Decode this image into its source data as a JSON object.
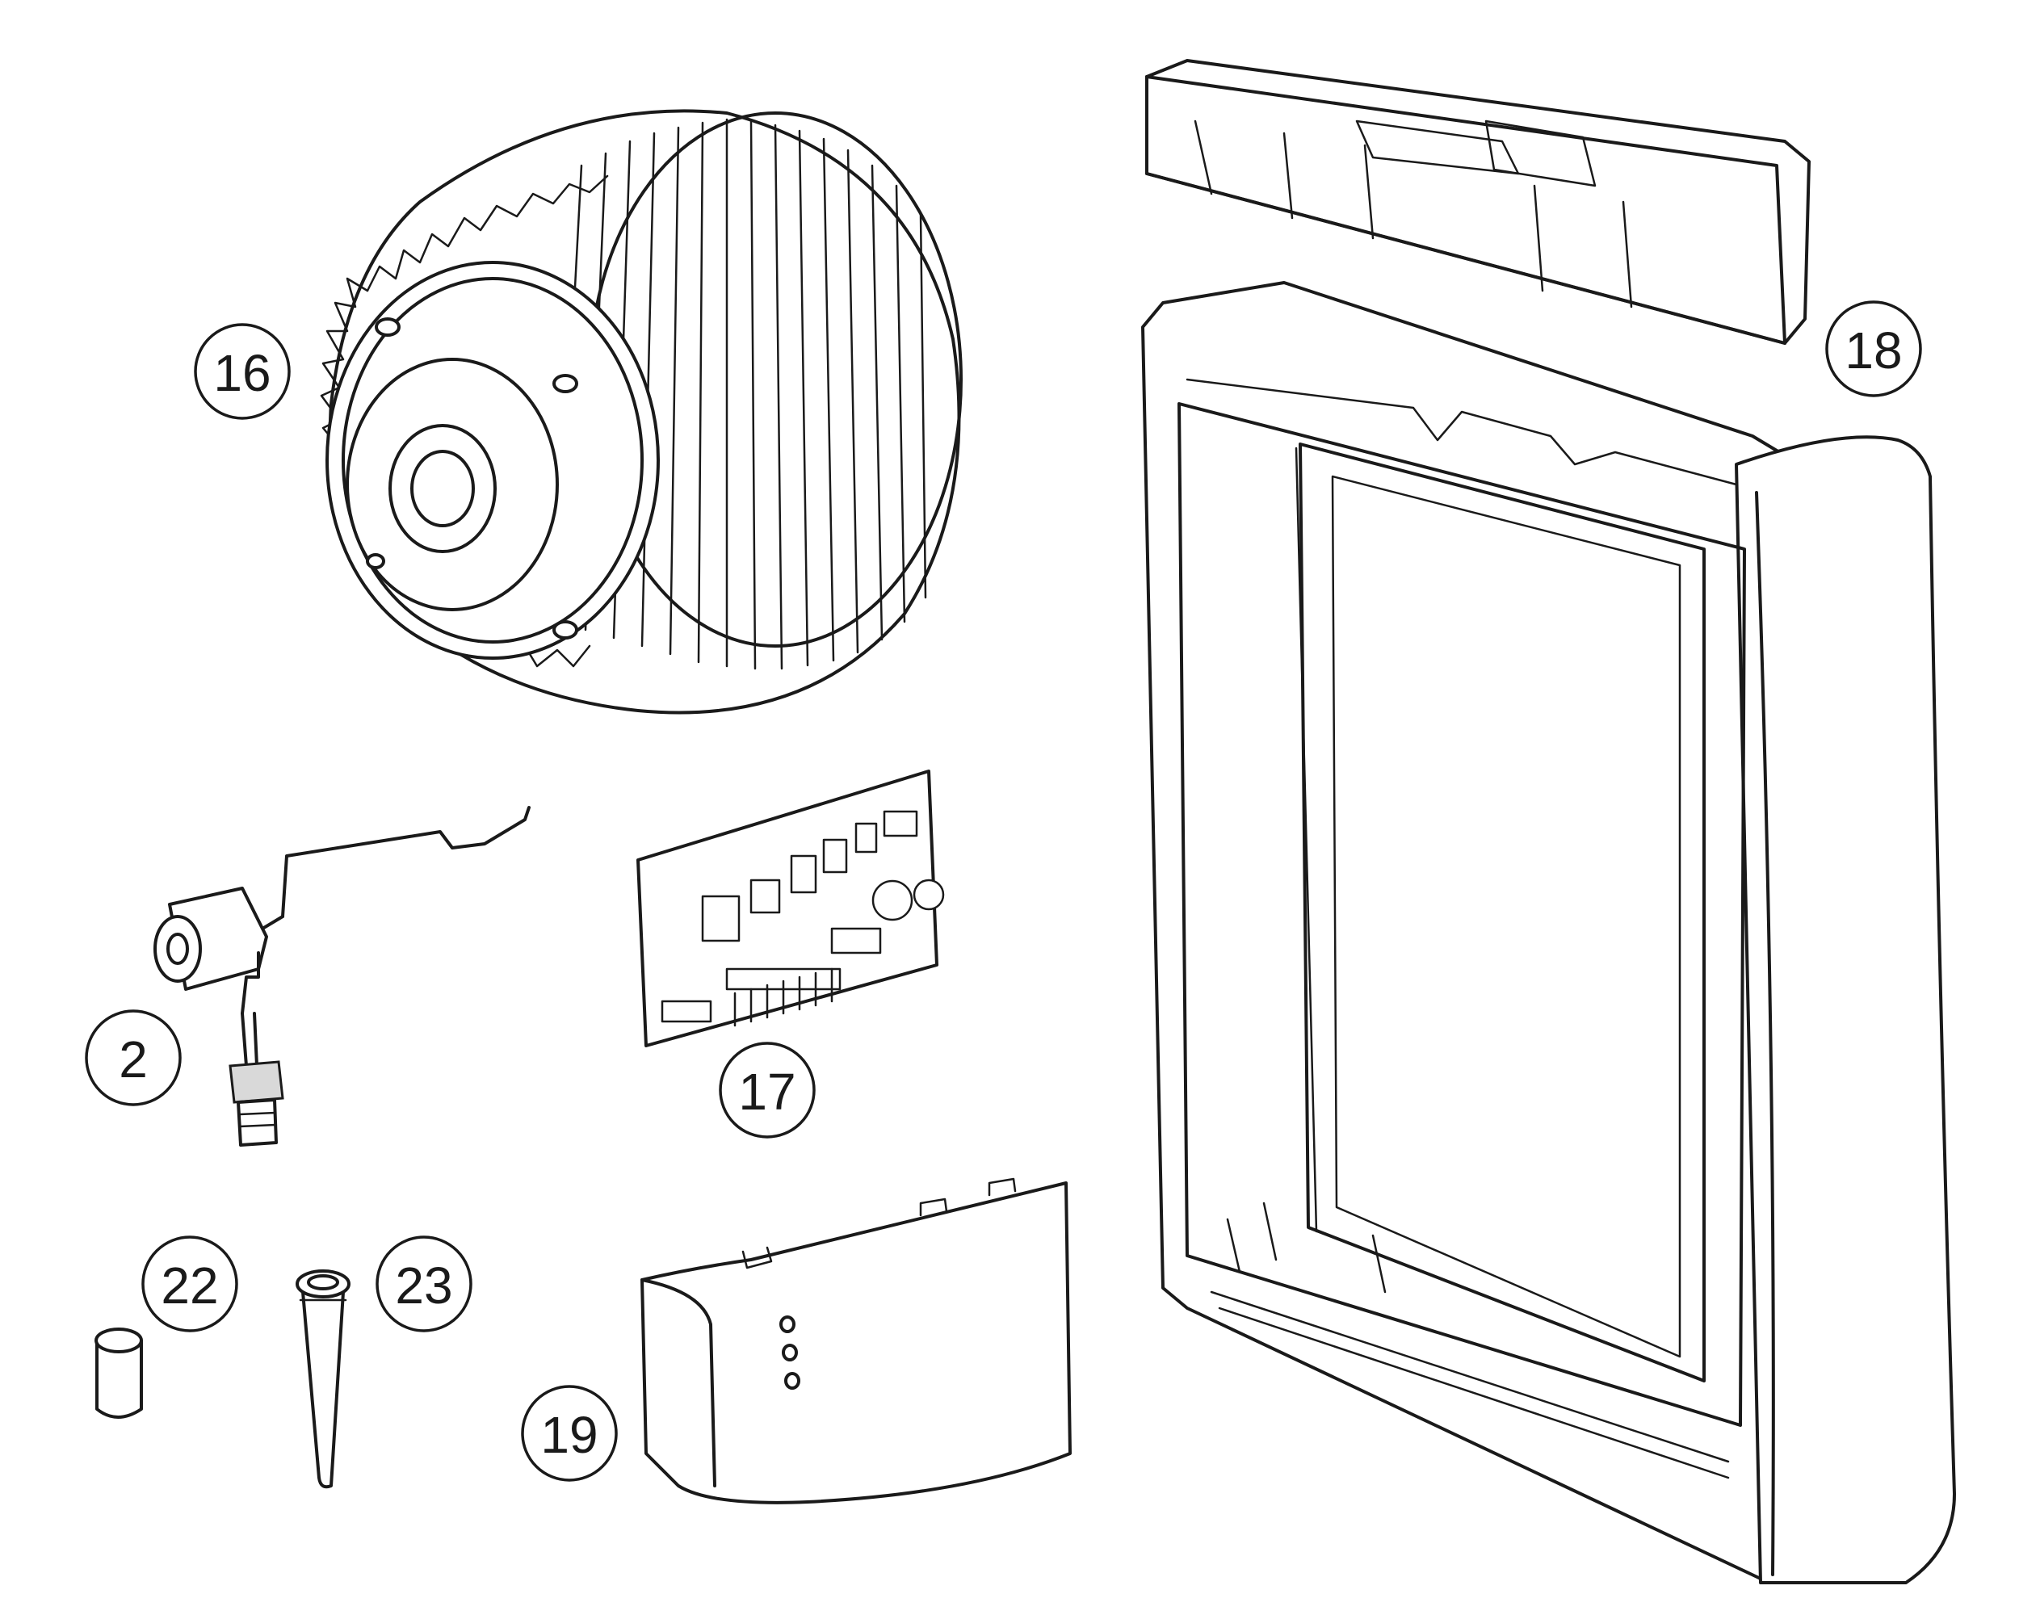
{
  "callouts": [
    {
      "id": "16",
      "label": "16"
    },
    {
      "id": "18",
      "label": "18"
    },
    {
      "id": "2",
      "label": "2"
    },
    {
      "id": "17",
      "label": "17"
    },
    {
      "id": "22",
      "label": "22"
    },
    {
      "id": "23",
      "label": "23"
    },
    {
      "id": "19",
      "label": "19"
    }
  ],
  "parts": [
    {
      "ref": "16",
      "name": "blower-wheel-assembly"
    },
    {
      "ref": "18",
      "name": "front-frame-and-top-cover"
    },
    {
      "ref": "2",
      "name": "float-switch"
    },
    {
      "ref": "17",
      "name": "control-board"
    },
    {
      "ref": "22",
      "name": "sleeve"
    },
    {
      "ref": "23",
      "name": "tube"
    },
    {
      "ref": "19",
      "name": "front-panel"
    }
  ]
}
